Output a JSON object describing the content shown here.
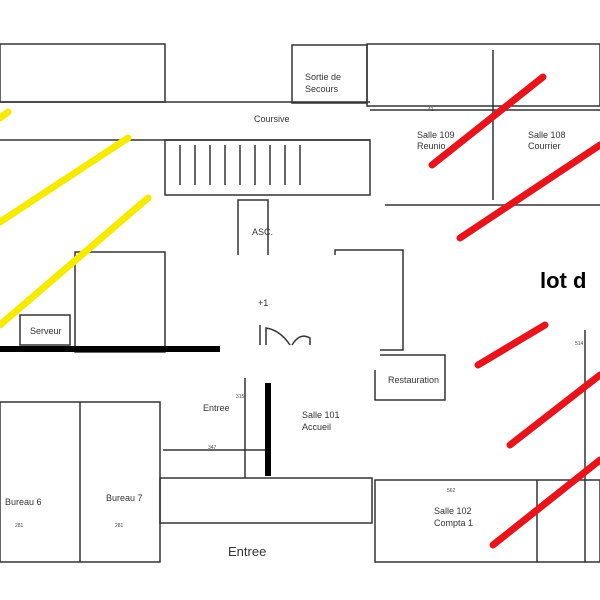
{
  "rooms": {
    "sortie_1": "Sortie de",
    "sortie_2": "Secours",
    "coursive": "Coursive",
    "salle109_1": "Salle 109",
    "salle109_2": "Reunio",
    "salle108_1": "Salle 108",
    "salle108_2": "Courrier",
    "asc": "ASC.",
    "serveur": "Serveur",
    "plus1": "+1",
    "restauration": "Restauration",
    "entree_small": "Entree",
    "salle101_1": "Salle 101",
    "salle101_2": "Accueil",
    "bureau6": "Bureau 6",
    "bureau7": "Bureau 7",
    "salle102_1": "Salle 102",
    "salle102_2": "Compta 1",
    "entree_main": "Entree"
  },
  "dimensions": {
    "d41": "41",
    "d315": "315",
    "d347": "347",
    "d281a": "281",
    "d281b": "281",
    "d562": "562",
    "d514": "514"
  },
  "annotation": {
    "lot": "lot d"
  },
  "colors": {
    "yellow": "#f5ea00",
    "red": "#e8141c",
    "black": "#000000"
  }
}
